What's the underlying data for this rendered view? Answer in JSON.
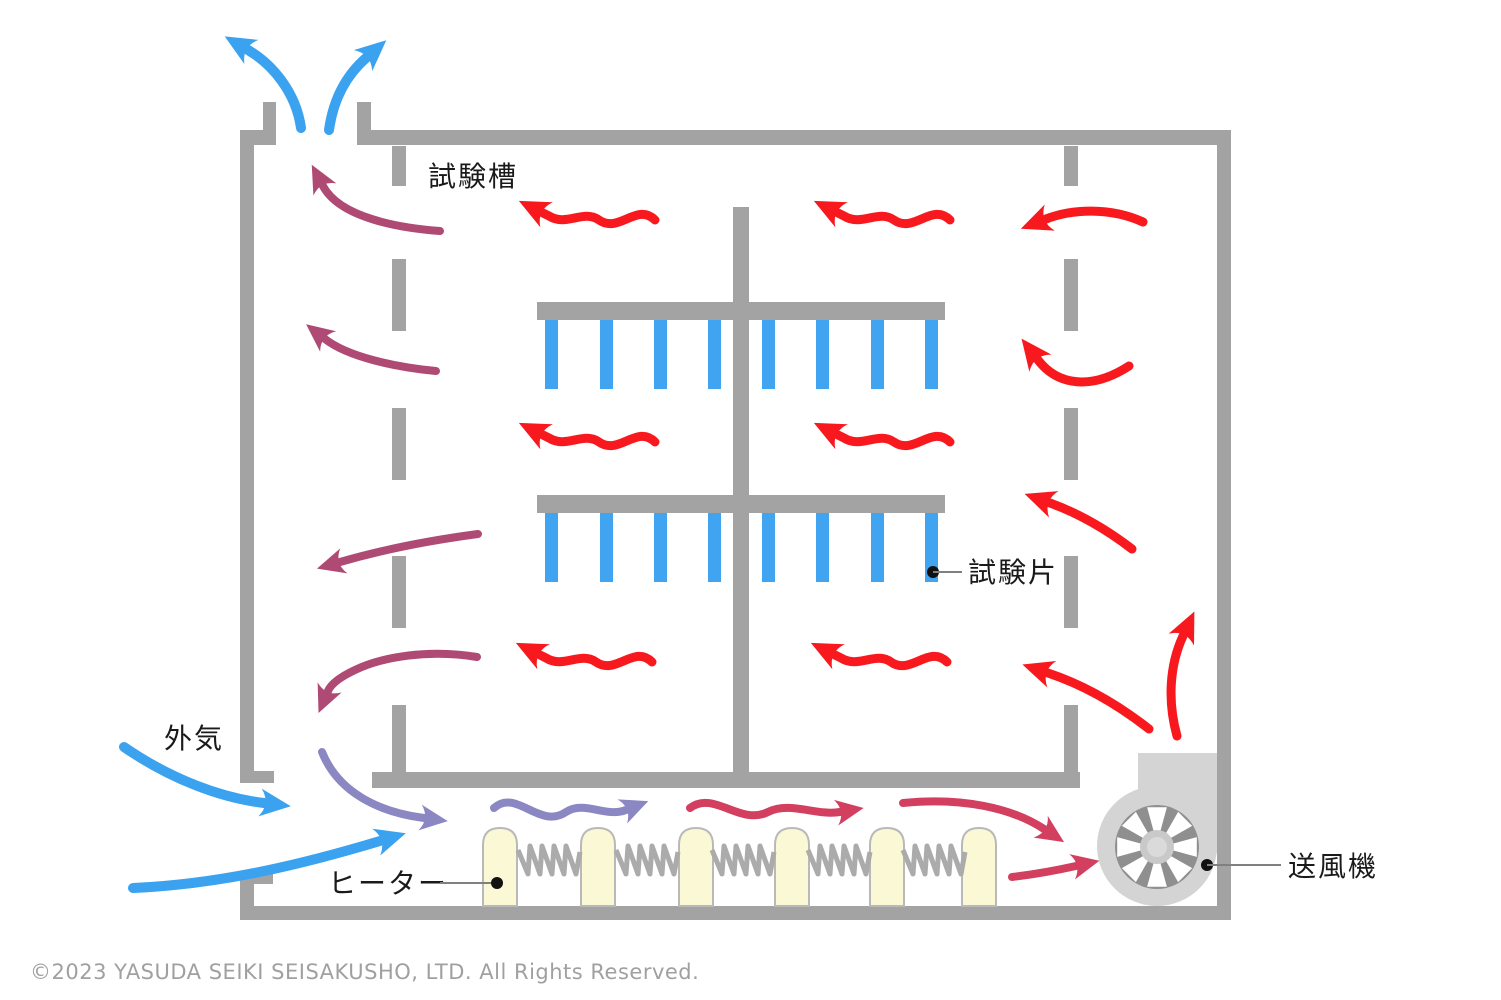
{
  "diagram": {
    "labels": {
      "chamber": "試験槽",
      "specimen": "試験片",
      "heater": "ヒーター",
      "outside_air": "外気",
      "blower": "送風機"
    },
    "footer": {
      "copyright": "©2023 YASUDA SEIKI SEISAKUSHO, LTD. All Rights Reserved."
    },
    "colors": {
      "wall_gray": "#a3a3a3",
      "hot_air_red": "#f8191e",
      "warm_crimson": "#d23f5f",
      "cooling_maroon": "#ae4a73",
      "mixing_purple": "#8b87c3",
      "outside_air_blue": "#3ba2f0",
      "specimen_blue": "#41a4f0",
      "heater_fill": "#fbf8d6",
      "blower_body": "#d4d4d4",
      "blower_fan": "#8f8f8f",
      "label_text": "#1a1a1a",
      "copyright_gray": "#a0a0a0"
    }
  }
}
